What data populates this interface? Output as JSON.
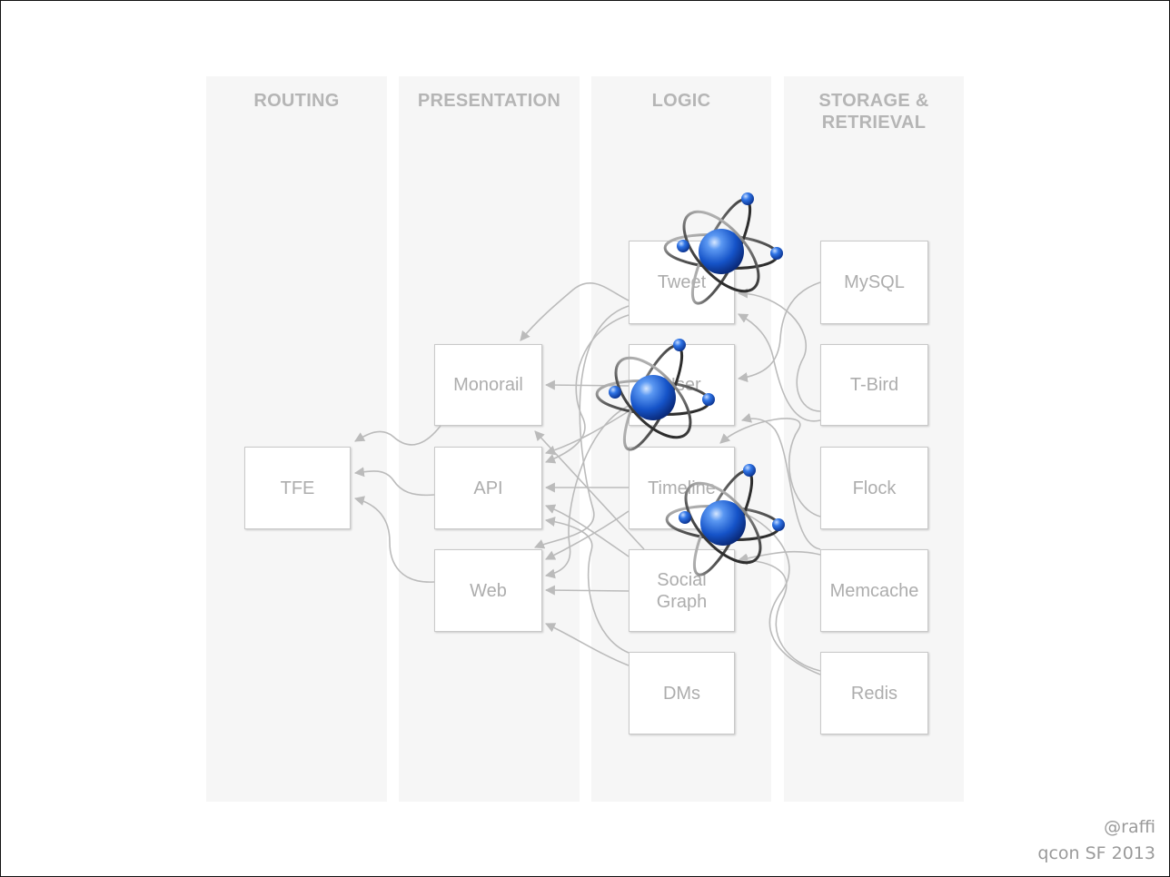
{
  "slide": {
    "columns": [
      "ROUTING",
      "PRESENTATION",
      "LOGIC",
      "STORAGE & RETRIEVAL"
    ],
    "nodes": [
      "TFE",
      "Monorail",
      "API",
      "Web",
      "Tweet",
      "User",
      "Timeline",
      "Social Graph",
      "DMs",
      "MySQL",
      "T-Bird",
      "Flock",
      "Memcache",
      "Redis"
    ],
    "edges": [
      [
        1,
        0
      ],
      [
        2,
        0
      ],
      [
        3,
        0
      ],
      [
        4,
        1
      ],
      [
        5,
        1
      ],
      [
        4,
        2
      ],
      [
        5,
        2
      ],
      [
        6,
        2
      ],
      [
        7,
        2
      ],
      [
        7,
        2
      ],
      [
        8,
        2
      ],
      [
        4,
        3
      ],
      [
        5,
        3
      ],
      [
        6,
        3
      ],
      [
        7,
        3
      ],
      [
        8,
        3
      ],
      [
        9,
        5
      ],
      [
        10,
        4
      ],
      [
        10,
        4
      ],
      [
        11,
        6
      ],
      [
        12,
        5
      ],
      [
        12,
        7
      ],
      [
        13,
        7
      ],
      [
        13,
        6
      ]
    ],
    "overlay_icons": [
      "atom-icon",
      "atom-icon",
      "atom-icon"
    ],
    "footer": {
      "handle": "@raffi",
      "event": "qcon SF 2013"
    }
  },
  "colors": {
    "column_bg": "#f6f6f6",
    "header_text": "#b5b5b5",
    "box_border": "#c9c9c9",
    "box_text": "#adadad",
    "edge": "#bbbbbb",
    "footer_text": "#9a9a9a",
    "atom_nucleus": "#1553c8"
  }
}
